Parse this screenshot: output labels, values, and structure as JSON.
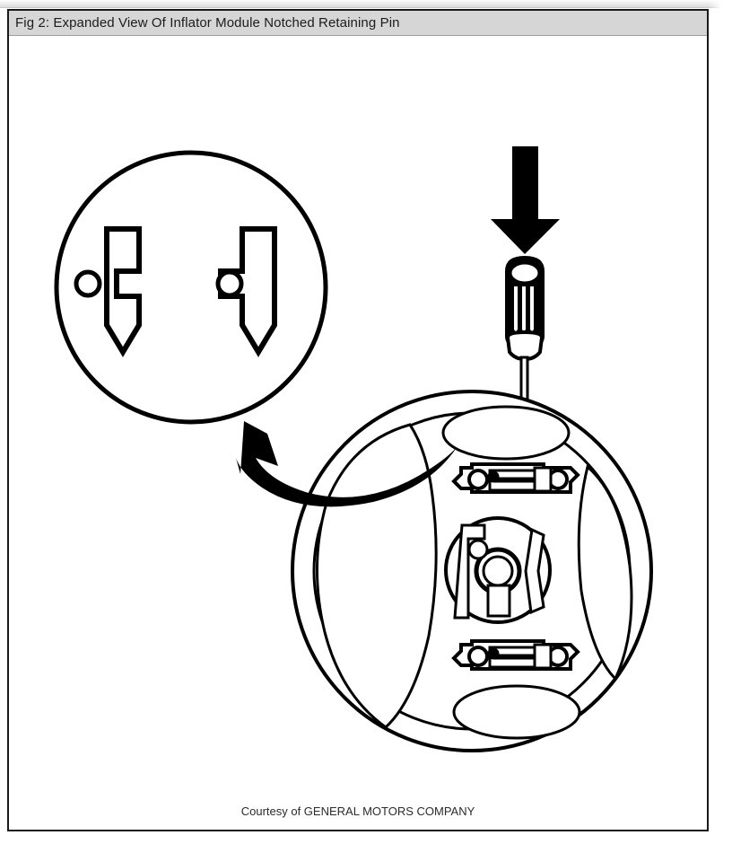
{
  "window": {
    "title": "Fig 2: Expanded View Of Inflator Module Notched Retaining Pin",
    "caption": "Courtesy of GENERAL MOTORS COMPANY",
    "background_color": "#ffffff",
    "titlebar_color": "#d6d6d6",
    "border_color": "#1a1a1a",
    "line_color": "#000000"
  },
  "figure": {
    "label": "Fig 2",
    "subject": "Inflator Module Notched Retaining Pin",
    "view": "Expanded View",
    "line_art_color": "#000000",
    "fill_color": "#ffffff",
    "parts": {
      "detail_callout": {
        "name": "notched-retaining-pin-detail",
        "shape": "circle",
        "description": "Expanded circular detail view showing two notched retaining pins",
        "pins": [
          {
            "name": "pin-left-released",
            "state": "released",
            "notch_engaged": false,
            "description": "Notched pin with retainer circle outside the notch"
          },
          {
            "name": "pin-right-engaged",
            "state": "engaged",
            "notch_engaged": true,
            "description": "Notched pin with retainer circle seated inside the notch"
          }
        ]
      },
      "tool": {
        "name": "screwdriver",
        "description": "Flat-blade screwdriver inserted downward into the retaining pin"
      },
      "direction_arrow": {
        "name": "push-down-arrow",
        "direction": "down",
        "description": "Solid black arrow indicating push-down force on the screwdriver"
      },
      "callout_arrow": {
        "name": "detail-callout-arrow",
        "direction": "up-left",
        "description": "Curved arrow linking the steering wheel retaining pin to the expanded detail view"
      },
      "steering_wheel": {
        "name": "steering-wheel",
        "description": "Steering wheel with inflator module removed, showing hub and two retaining pin assemblies",
        "features": [
          "outer-rim",
          "upper-spoke-opening",
          "lower-spoke-opening",
          "left-spoke-opening",
          "right-spoke-opening",
          "center-hub",
          "upper-retaining-pin-assembly",
          "lower-retaining-pin-assembly"
        ]
      }
    }
  }
}
